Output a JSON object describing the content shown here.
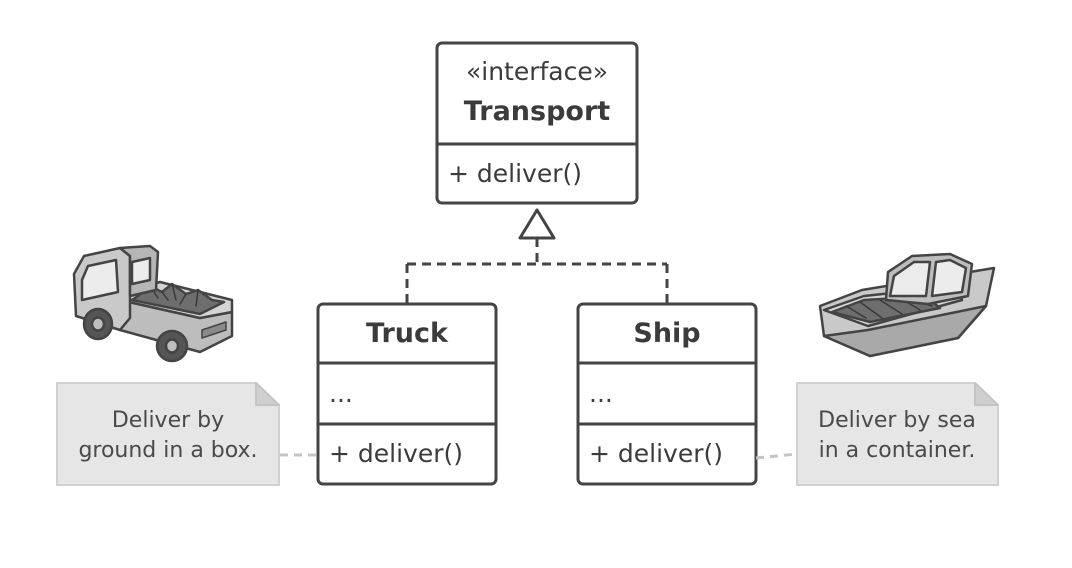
{
  "diagram": {
    "interface": {
      "stereotype": "«interface»",
      "name": "Transport",
      "method": "+ deliver()"
    },
    "classes": [
      {
        "id": "truck",
        "name": "Truck",
        "fields": "...",
        "method": "+ deliver()"
      },
      {
        "id": "ship",
        "name": "Ship",
        "fields": "...",
        "method": "+ deliver()"
      }
    ],
    "notes": [
      {
        "id": "truck-note",
        "lines": [
          "Deliver by",
          "ground in a box."
        ]
      },
      {
        "id": "ship-note",
        "lines": [
          "Deliver by sea",
          "in a container."
        ]
      }
    ],
    "icons": [
      "truck-icon",
      "ship-icon"
    ],
    "colors": {
      "stroke": "#444444",
      "text": "#3b3b3b",
      "note_fill": "#e6e6e6",
      "note_fold": "#d2d2d2",
      "vehicle_fill": "#c9c9c9",
      "vehicle_dark": "#8a8a8a",
      "connector": "#c4c4c4"
    }
  }
}
